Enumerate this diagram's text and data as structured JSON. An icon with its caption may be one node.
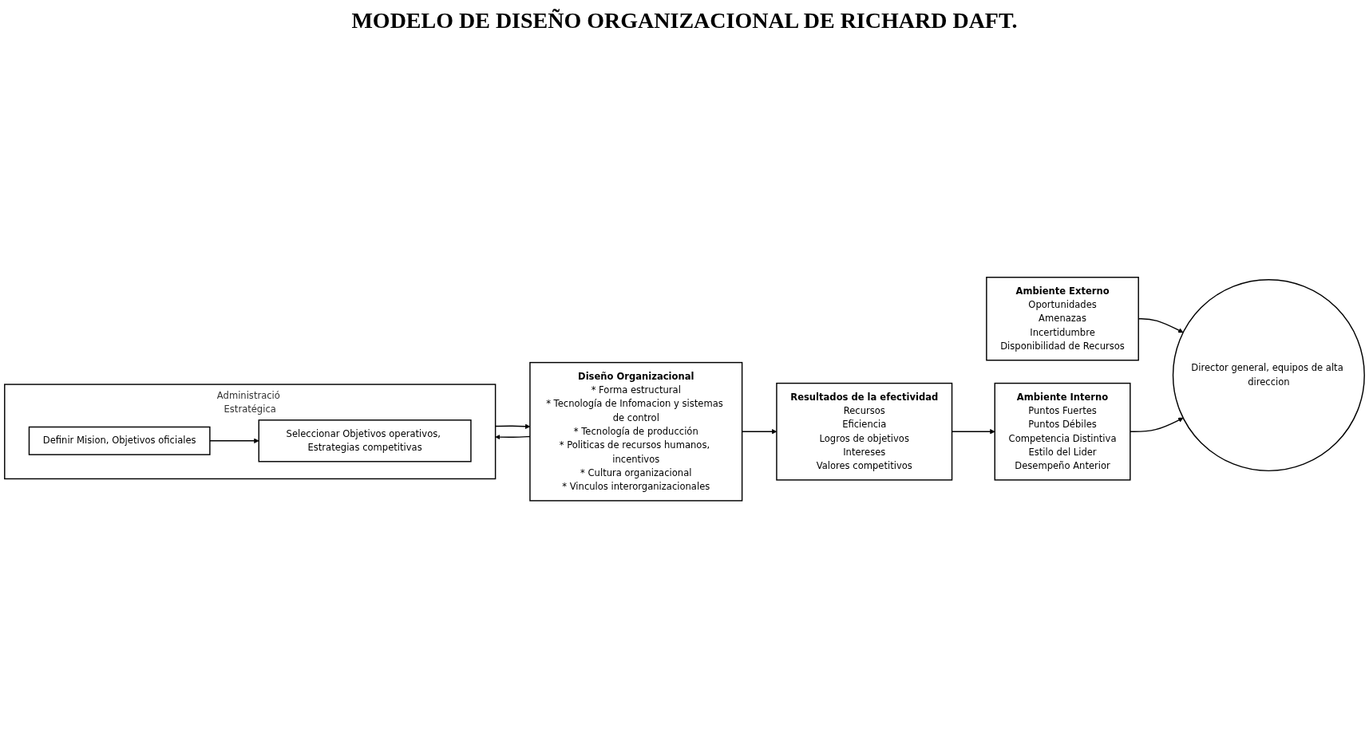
{
  "diagram": {
    "title": "MODELO DE DISEÑO ORGANIZACIONAL DE RICHARD DAFT.",
    "nodes": [
      {
        "text": [
          "Ambiente Externo",
          "Oportunidades",
          "Amenazas",
          "Incertidumbre",
          "Disponibilidad de Recursos"
        ]
      },
      {
        "text": [
          "Director general, equipos de alta direccion"
        ]
      },
      {
        "text": [
          "Ambiente Interno",
          "Puntos Fuertes",
          "Puntos Débiles",
          "Competencia Distintiva",
          "Estilo del Lider",
          "Desempeño Anterior"
        ]
      },
      {
        "text": [
          "Administració Estratégica"
        ]
      },
      {
        "text": [
          "Definir Mision, Objetivos oficiales"
        ],
        "in": 3
      },
      {
        "text": [
          "Seleccionar Objetivos operativos, Estrategias competitivas"
        ],
        "in": 3
      },
      {
        "text": [
          "Diseño Organizacional",
          "* Forma estructural",
          "* Tecnología de Infomacion y sistemas de control",
          "* Tecnología de producción",
          "* Politicas de recursos humanos, incentivos",
          "* Cultura organizacional",
          "* Vinculos interorganizacionales"
        ]
      },
      {
        "text": [
          "Resultados de la efectividad",
          "Recursos",
          "Eficiencia",
          "Logros de objetivos",
          "Intereses",
          "Valores competitivos"
        ]
      }
    ],
    "edges": [
      {
        "from": 0,
        "to": 1,
        "arrow": "to"
      },
      {
        "from": 2,
        "to": 1,
        "arrow": "to"
      },
      {
        "from": 4,
        "to": 5,
        "arrow": "to"
      },
      {
        "from": 3,
        "to": 6,
        "arrow": "to"
      },
      {
        "from": 6,
        "to": 3,
        "arrow": "to"
      },
      {
        "from": 6,
        "to": 7,
        "arrow": "to"
      },
      {
        "from": 7,
        "to": 2,
        "arrow": "to"
      }
    ]
  }
}
